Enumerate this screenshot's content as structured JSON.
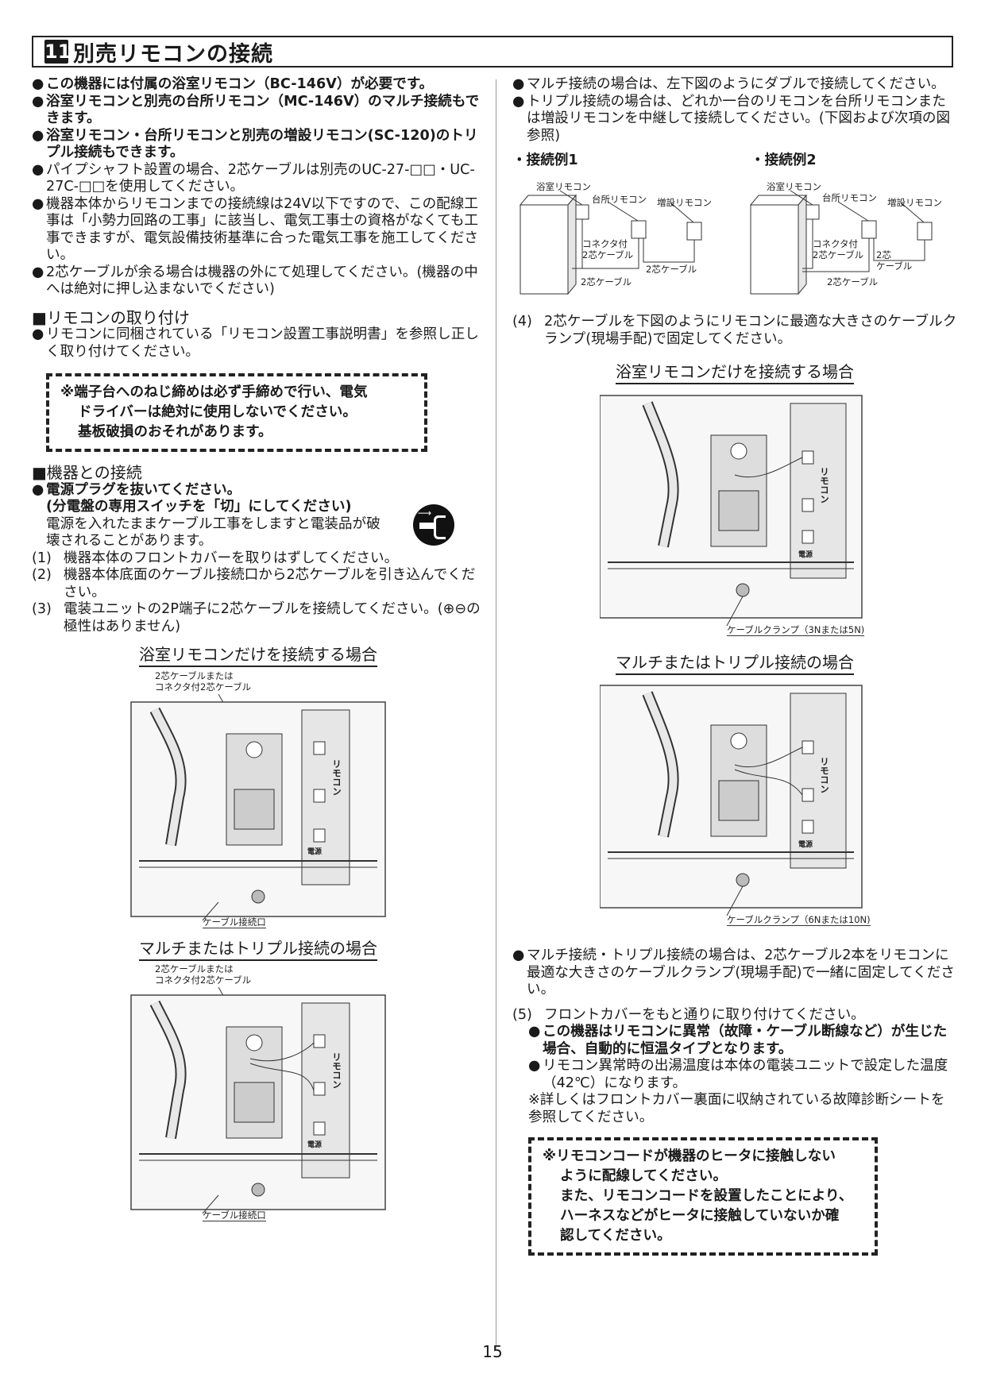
{
  "header": {
    "num": "11",
    "title": "別売リモコンの接続"
  },
  "left": {
    "bullets": [
      {
        "text": "この機器には付属の浴室リモコン（BC-146V）が必要です。",
        "bold": true
      },
      {
        "text": "浴室リモコンと別売の台所リモコン（MC-146V）のマルチ接続もできます。",
        "bold": true
      },
      {
        "text": "浴室リモコン・台所リモコンと別売の増設リモコン(SC-120)のトリプル接続もできます。",
        "bold": true
      },
      {
        "text": "パイプシャフト設置の場合、2芯ケーブルは別売のUC-27-□□・UC-27C-□□を使用してください。",
        "bold": false
      },
      {
        "text": "機器本体からリモコンまでの接続線は24V以下ですので、この配線工事は「小勢力回路の工事」に該当し、電気工事士の資格がなくても工事できますが、電気設備技術基準に合った電気工事を施工してください。",
        "bold": false
      },
      {
        "text": "2芯ケーブルが余る場合は機器の外にて処理してください。(機器の中へは絶対に押し込まないでください)",
        "bold": false
      }
    ],
    "mount": {
      "heading": "■リモコンの取り付け",
      "text": "リモコンに同梱されている「リモコン設置工事説明書」を参照し正しく取り付けてください。"
    },
    "warn1": {
      "line1": "※端子台へのねじ締めは必ず手締めで行い、電気",
      "line2": "ドライバーは絶対に使用しないでください。",
      "line3": "基板破損のおそれがあります。"
    },
    "connect": {
      "heading": "■機器との接続",
      "b1": "電源プラグを抜いてください。",
      "b1b": "(分電盤の専用スイッチを「切」にしてください)",
      "b1c": "電源を入れたままケーブル工事をしますと電装品が破壊されることがあります。",
      "steps": [
        {
          "no": "(1)",
          "text": "機器本体のフロントカバーを取りはずしてください。"
        },
        {
          "no": "(2)",
          "text": "機器本体底面のケーブル接続口から2芯ケーブルを引き込んでください。"
        },
        {
          "no": "(3)",
          "text": "電装ユニットの2P端子に2芯ケーブルを接続してください。(⊕⊖の極性はありません)"
        }
      ]
    },
    "fig1": {
      "title": "浴室リモコンだけを接続する場合",
      "label_top": "2芯ケーブルまたは",
      "label_top2": "コネクタ付2芯ケーブル",
      "label_bottom": "ケーブル接続口",
      "remocon": "リモコン",
      "dengen": "電源"
    },
    "fig2": {
      "title": "マルチまたはトリプル接続の場合",
      "label_top": "2芯ケーブルまたは",
      "label_top2": "コネクタ付2芯ケーブル",
      "label_bottom": "ケーブル接続口",
      "remocon": "リモコン",
      "dengen": "電源"
    }
  },
  "right": {
    "bullets": [
      "マルチ接続の場合は、左下図のようにダブルで接続してください。",
      "トリプル接続の場合は、どれか一台のリモコンを台所リモコンまたは増設リモコンを中継して接続してください。(下図および次項の図参照)"
    ],
    "ex1": {
      "label": "・接続例1",
      "bath": "浴室リモコン",
      "kitchen": "台所リモコン",
      "extra": "増設リモコン",
      "conn1": "コネクタ付",
      "conn2": "2芯ケーブル",
      "cable_a": "2芯ケーブル",
      "cable_b": "2芯ケーブル"
    },
    "ex2": {
      "label": "・接続例2",
      "bath": "浴室リモコン",
      "kitchen": "台所リモコン",
      "extra": "増設リモコン",
      "conn1": "コネクタ付",
      "conn2": "2芯ケーブル",
      "mid1": "2芯",
      "mid2": "ケーブル",
      "cable_a": "2芯ケーブル"
    },
    "step4": {
      "no": "(4)",
      "text": "2芯ケーブルを下図のようにリモコンに最適な大きさのケーブルクランプ(現場手配)で固定してください。"
    },
    "fig3": {
      "title": "浴室リモコンだけを接続する場合",
      "clamp": "ケーブルクランプ（3Nまたは5N)",
      "remocon": "リモコン",
      "dengen": "電源"
    },
    "fig4": {
      "title": "マルチまたはトリプル接続の場合",
      "clamp": "ケーブルクランプ（6Nまたは10N)",
      "remocon": "リモコン",
      "dengen": "電源"
    },
    "multi_note": "マルチ接続・トリプル接続の場合は、2芯ケーブル2本をリモコンに最適な大きさのケーブルクランプ(現場手配)で一緒に固定してください。",
    "step5": {
      "no": "(5)",
      "text": "フロントカバーをもと通りに取り付けてください。"
    },
    "sub_bullets": [
      {
        "text": "この機器はリモコンに異常（故障・ケーブル断線など）が生じた場合、自動的に恒温タイプとなります。",
        "bold": true
      },
      {
        "text": "リモコン異常時の出湯温度は本体の電装ユニットで設定した温度（42℃）になります。",
        "bold": false
      }
    ],
    "ref_note": "※詳しくはフロントカバー裏面に収納されている故障診断シートを参照してください。",
    "warn2": {
      "line1": "※リモコンコードが機器のヒータに接触しない",
      "line2": "ように配線してください。",
      "line3": "また、リモコンコードを設置したことにより、",
      "line4": "ハーネスなどがヒータに接触していないか確",
      "line5": "認してください。"
    }
  },
  "page_number": "15"
}
